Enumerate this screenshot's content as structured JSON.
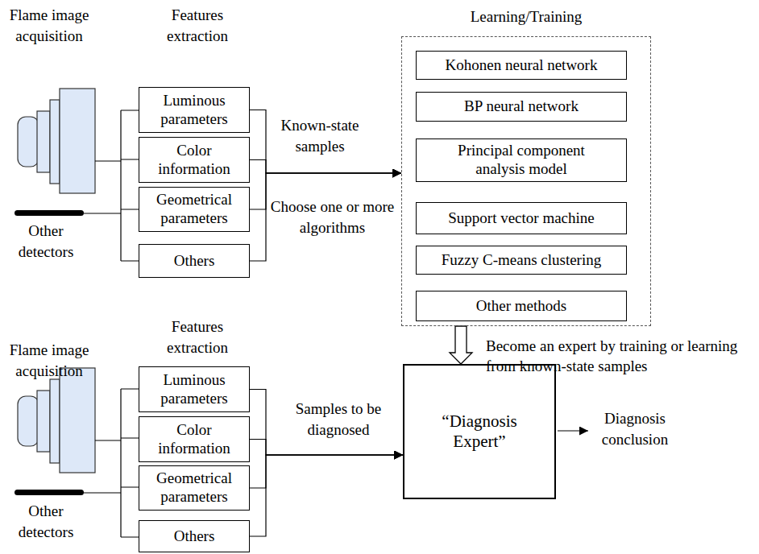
{
  "diagram": {
    "nodes": [
      {
        "text": [
          "Luminous parameters"
        ]
      },
      {
        "text": [
          "Color information"
        ]
      },
      {
        "text": [
          "Geometrical parameters"
        ]
      },
      {
        "text": [
          "Others"
        ]
      },
      {
        "text": [
          "Learning/Training"
        ]
      },
      {
        "text": [
          "Kohonen neural network"
        ],
        "in": 4
      },
      {
        "text": [
          "BP neural network"
        ],
        "in": 4
      },
      {
        "text": [
          "Principal component analysis model"
        ],
        "in": 4
      },
      {
        "text": [
          "Support vector machine"
        ],
        "in": 4
      },
      {
        "text": [
          "Fuzzy C-means clustering"
        ],
        "in": 4
      },
      {
        "text": [
          "Other methods"
        ],
        "in": 4
      },
      {
        "text": [
          "Luminous parameters"
        ]
      },
      {
        "text": [
          "Color information"
        ]
      },
      {
        "text": [
          "Geometrical parameters"
        ]
      },
      {
        "text": [
          "Others"
        ]
      },
      {
        "text": [
          "“Diagnosis Expert”"
        ]
      }
    ],
    "edges": [
      {
        "from": 0,
        "to": 4,
        "arrow": "to"
      },
      {
        "from": 1,
        "to": 4,
        "arrow": "to"
      },
      {
        "from": 2,
        "to": 4,
        "arrow": "to"
      },
      {
        "from": 3,
        "to": 4,
        "arrow": "to"
      },
      {
        "from": 11,
        "to": 15,
        "arrow": "to"
      },
      {
        "from": 12,
        "to": 15,
        "arrow": "to"
      },
      {
        "from": 13,
        "to": 15,
        "arrow": "to"
      },
      {
        "from": 14,
        "to": 15,
        "arrow": "to"
      },
      {
        "from": 4,
        "to": 15,
        "arrow": "to",
        "label": "Become an expert by training or learning from known-state samples"
      }
    ],
    "labels": [
      "Flame image acquisition",
      "Features extraction",
      "Other detectors",
      "Known-state samples",
      "Choose one or more algorithms",
      "Flame image acquisition",
      "Features extraction",
      "Other detectors",
      "Samples to be diagnosed",
      "Diagnosis conclusion"
    ]
  }
}
